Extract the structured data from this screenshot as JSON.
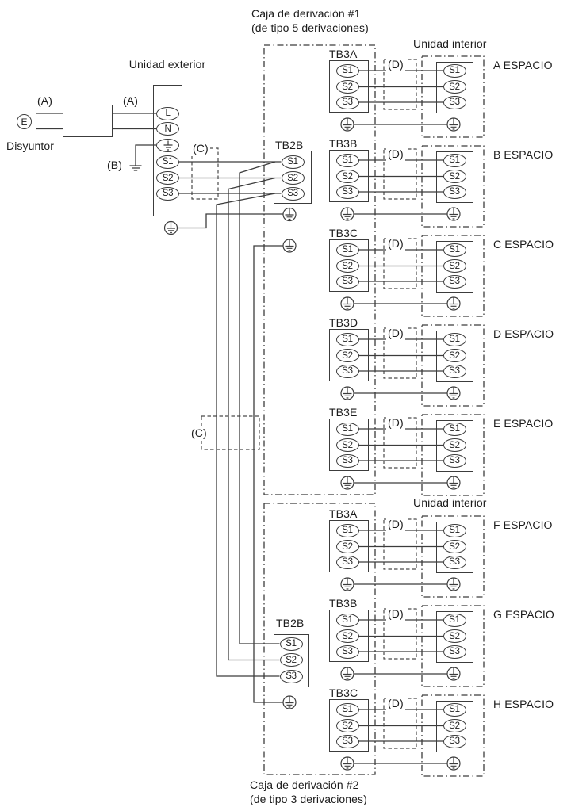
{
  "titles": {
    "box1": [
      "Caja de derivación #1",
      "(de tipo 5 derivaciones)"
    ],
    "box2": [
      "Caja de derivación #2",
      "(de tipo 3 derivaciones)"
    ]
  },
  "labels": {
    "outdoor_unit": "Unidad exterior",
    "indoor_unit": "Unidad interior",
    "breaker": "Disyuntor",
    "tb2b": "TB2B",
    "ann_a": "(A)",
    "ann_b": "(B)",
    "ann_c": "(C)",
    "ann_d": "(D)",
    "ann_e": "E"
  },
  "outdoor_terminals": [
    "L",
    "N",
    "S1",
    "S2",
    "S3"
  ],
  "signal_terminals": [
    "S1",
    "S2",
    "S3"
  ],
  "box1_rows": [
    {
      "tb": "TB3A",
      "space": "A ESPACIO"
    },
    {
      "tb": "TB3B",
      "space": "B ESPACIO"
    },
    {
      "tb": "TB3C",
      "space": "C ESPACIO"
    },
    {
      "tb": "TB3D",
      "space": "D ESPACIO"
    },
    {
      "tb": "TB3E",
      "space": "E ESPACIO"
    }
  ],
  "box2_rows": [
    {
      "tb": "TB3A",
      "space": "F ESPACIO"
    },
    {
      "tb": "TB3B",
      "space": "G ESPACIO"
    },
    {
      "tb": "TB3C",
      "space": "H ESPACIO"
    }
  ]
}
